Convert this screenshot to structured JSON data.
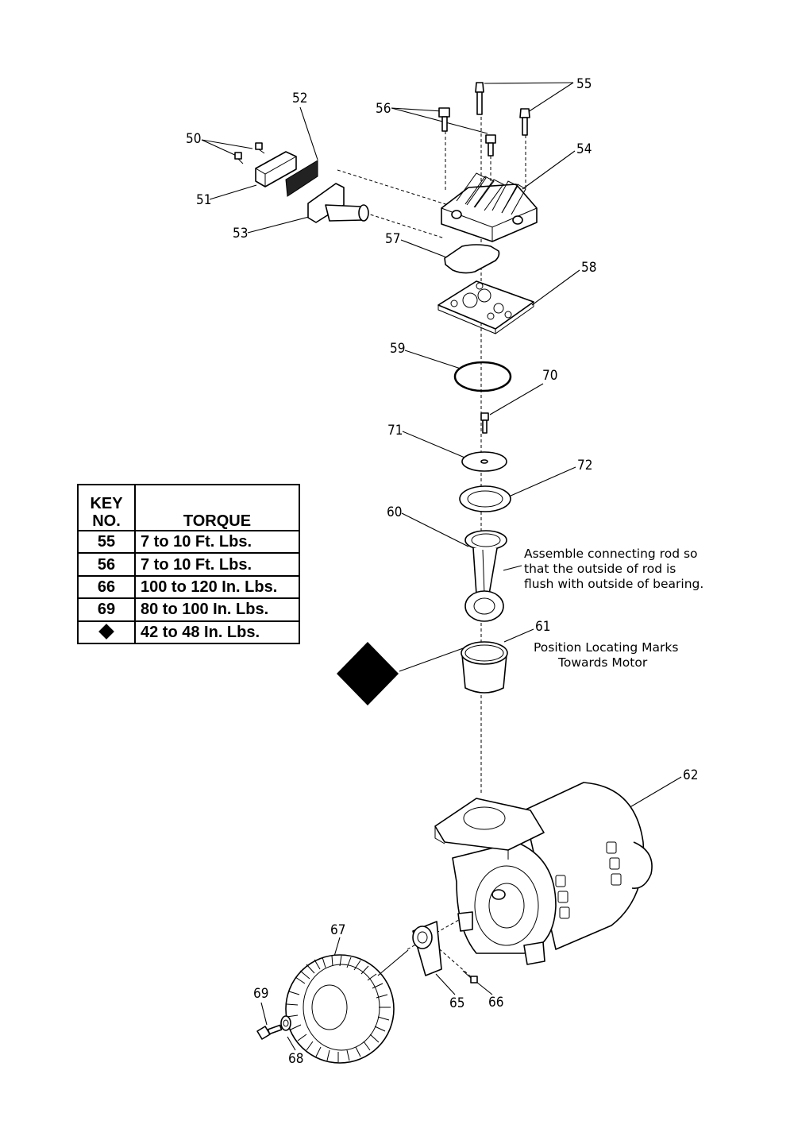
{
  "callouts": {
    "c50": "50",
    "c51": "51",
    "c52": "52",
    "c53": "53",
    "c54": "54",
    "c55": "55",
    "c56": "56",
    "c57": "57",
    "c58": "58",
    "c59": "59",
    "c60": "60",
    "c61": "61",
    "c62": "62",
    "c65": "65",
    "c66": "66",
    "c67": "67",
    "c68": "68",
    "c69": "69",
    "c70": "70",
    "c71": "71",
    "c72": "72"
  },
  "notes": {
    "rod_line1": "Assemble connecting rod so",
    "rod_line2": "that the outside of rod is",
    "rod_line3": "flush with outside of bearing.",
    "marks_line1": "Position Locating Marks",
    "marks_line2": "Towards Motor"
  },
  "torque_table": {
    "header_key1": "KEY",
    "header_key2": "NO.",
    "header_torque": "TORQUE",
    "rows": [
      {
        "key": "55",
        "torque": "7 to 10 Ft. Lbs."
      },
      {
        "key": "56",
        "torque": "7 to 10 Ft. Lbs."
      },
      {
        "key": "66",
        "torque": "100 to 120 In. Lbs."
      },
      {
        "key": "69",
        "torque": "80 to 100 In. Lbs."
      },
      {
        "key": "",
        "torque": "42 to 48 In. Lbs."
      }
    ]
  },
  "icons": {
    "diamond_marker": "diamond-icon"
  }
}
